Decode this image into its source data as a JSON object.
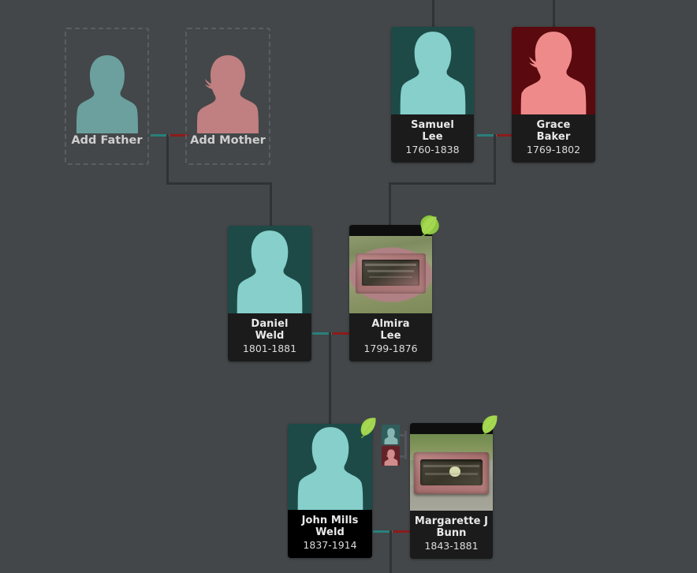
{
  "app": {
    "view": "family-tree",
    "background_color": "#434749"
  },
  "palette": {
    "male_card_bg": "#1d4a47",
    "female_card_bg": "#5a0a0e",
    "male_silhouette": "#86cfcb",
    "female_silhouette": "#ef8a8a",
    "placeholder_male_silhouette": "#6ba09e",
    "placeholder_female_silhouette": "#c07f80",
    "name_panel_bg": "#1b1b1c",
    "focus_name_panel_bg": "#000000",
    "connector_line": "#2f3335",
    "marriage_line_male": "#2a7f7b",
    "marriage_line_female": "#8c1b1b",
    "text_primary": "#e9e9e9",
    "text_secondary": "#dcdcdc",
    "leaf_hint": "#8cc63f"
  },
  "placeholders": [
    {
      "id": "add-father",
      "label": "Add Father",
      "gender": "male",
      "icon": "person-silhouette-icon"
    },
    {
      "id": "add-mother",
      "label": "Add Mother",
      "gender": "female",
      "icon": "person-silhouette-icon"
    }
  ],
  "people": [
    {
      "id": "samuel-lee",
      "given_name": "Samuel",
      "surname": "Lee",
      "lifespan": "1760-1838",
      "gender": "male",
      "media": "silhouette",
      "has_hint": false,
      "is_focus": false
    },
    {
      "id": "grace-baker",
      "given_name": "Grace",
      "surname": "Baker",
      "lifespan": "1769-1802",
      "gender": "female",
      "media": "silhouette",
      "has_hint": false,
      "is_focus": false
    },
    {
      "id": "daniel-weld",
      "given_name": "Daniel",
      "surname": "Weld",
      "lifespan": "1801-1881",
      "gender": "male",
      "media": "silhouette",
      "has_hint": false,
      "is_focus": false
    },
    {
      "id": "almira-lee",
      "given_name": "Almira",
      "surname": "Lee",
      "lifespan": "1799-1876",
      "gender": "female",
      "media": "gravestone-photo",
      "has_hint": true,
      "is_focus": false
    },
    {
      "id": "john-mills-weld",
      "given_name": "John Mills",
      "surname": "Weld",
      "lifespan": "1837-1914",
      "gender": "male",
      "media": "silhouette",
      "has_hint": true,
      "is_focus": true
    },
    {
      "id": "margarette-j-bunn",
      "given_name": "Margarette J",
      "surname": "Bunn",
      "lifespan": "1843-1881",
      "gender": "female",
      "media": "gravestone-photo",
      "has_hint": true,
      "is_focus": false
    }
  ],
  "child_chips": [
    {
      "id": "child-chip-male",
      "gender": "male",
      "icon": "person-silhouette-icon"
    },
    {
      "id": "child-chip-female",
      "gender": "female",
      "icon": "person-silhouette-icon"
    }
  ],
  "hints": {
    "icon": "leaf-hint-icon",
    "count_visible": 3
  }
}
